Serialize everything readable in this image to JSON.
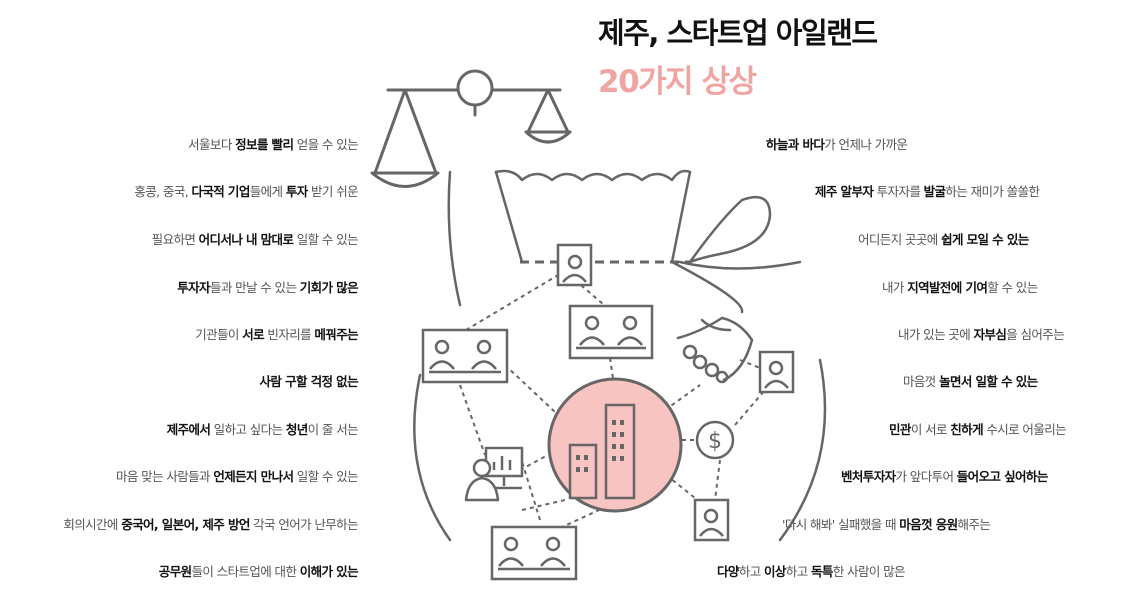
{
  "header": {
    "title": "제주, 스타트업 아일랜드",
    "subtitle": "20가지 상상",
    "subtitle_color": "#f0a5a3"
  },
  "colors": {
    "line": "#666666",
    "building_fill": "#f7c4c2",
    "emphasis_text": "#111111",
    "body_text": "#555555"
  },
  "icons": [
    "scale-icon",
    "money-bag-icon",
    "handshake-icon",
    "dollar-coin-icon",
    "building-icon",
    "person-frame-icon",
    "meeting-screen-icon",
    "desk-worker-icon"
  ],
  "left_items": [
    [
      {
        "t": "서울보다 "
      },
      {
        "t": "정보를 빨리",
        "b": true
      },
      {
        "t": " 얻을 수 있는"
      }
    ],
    [
      {
        "t": "홍콩, 중국, "
      },
      {
        "t": "다국적 기업",
        "b": true
      },
      {
        "t": "들에게 "
      },
      {
        "t": "투자",
        "b": true
      },
      {
        "t": " 받기 쉬운"
      }
    ],
    [
      {
        "t": "필요하면 "
      },
      {
        "t": "어디서나 내 맘대로",
        "b": true
      },
      {
        "t": " 일할 수 있는"
      }
    ],
    [
      {
        "t": "투자자",
        "b": true
      },
      {
        "t": "들과 만날 수 있는 "
      },
      {
        "t": "기회가 많은",
        "b": true
      }
    ],
    [
      {
        "t": "기관들이 "
      },
      {
        "t": "서로",
        "b": true
      },
      {
        "t": " 빈자리를 "
      },
      {
        "t": "메꿔주는",
        "b": true
      }
    ],
    [
      {
        "t": "사람 구할 걱정 없는",
        "b": true
      }
    ],
    [
      {
        "t": "제주에서",
        "b": true
      },
      {
        "t": " 일하고 싶다는 "
      },
      {
        "t": "청년",
        "b": true
      },
      {
        "t": "이 줄 서는"
      }
    ],
    [
      {
        "t": "마음 맞는 사람들과 "
      },
      {
        "t": "언제든지 만나서",
        "b": true
      },
      {
        "t": " 일할 수 있는"
      }
    ],
    [
      {
        "t": "회의시간에 "
      },
      {
        "t": "중국어, 일본어, 제주 방언",
        "b": true
      },
      {
        "t": " 각국 언어가 난무하는"
      }
    ],
    [
      {
        "t": "공무원",
        "b": true
      },
      {
        "t": "들이 스타트업에 대한 "
      },
      {
        "t": "이해가 있는",
        "b": true
      }
    ]
  ],
  "right_items": [
    [
      {
        "t": "하늘과 바다",
        "b": true
      },
      {
        "t": "가 언제나 가까운"
      }
    ],
    [
      {
        "t": "제주 알부자",
        "b": true
      },
      {
        "t": " 투자자를 "
      },
      {
        "t": "발굴",
        "b": true
      },
      {
        "t": "하는 재미가 쏠쏠한"
      }
    ],
    [
      {
        "t": "어디든지 곳곳에 "
      },
      {
        "t": "쉽게 모일 수 있는",
        "b": true
      }
    ],
    [
      {
        "t": "내가 "
      },
      {
        "t": "지역발전에 기여",
        "b": true
      },
      {
        "t": "할 수 있는"
      }
    ],
    [
      {
        "t": "내가 있는 곳에 "
      },
      {
        "t": "자부심",
        "b": true
      },
      {
        "t": "을 심어주는"
      }
    ],
    [
      {
        "t": "마음껏 "
      },
      {
        "t": "놀면서 일할 수 있는",
        "b": true
      }
    ],
    [
      {
        "t": "민관",
        "b": true
      },
      {
        "t": "이 서로 "
      },
      {
        "t": "친하게",
        "b": true
      },
      {
        "t": " 수시로 어울리는"
      }
    ],
    [
      {
        "t": "벤처투자자",
        "b": true
      },
      {
        "t": "가 앞다투어 "
      },
      {
        "t": "들어오고 싶어하는",
        "b": true
      }
    ],
    [
      {
        "t": "'다시 해봐' 실패했을 때 "
      },
      {
        "t": "마음껏 응원",
        "b": true
      },
      {
        "t": "해주는"
      }
    ],
    [
      {
        "t": "다양",
        "b": true
      },
      {
        "t": "하고 "
      },
      {
        "t": "이상",
        "b": true
      },
      {
        "t": "하고 "
      },
      {
        "t": "독특",
        "b": true
      },
      {
        "t": "한 사람이 많은"
      }
    ]
  ]
}
